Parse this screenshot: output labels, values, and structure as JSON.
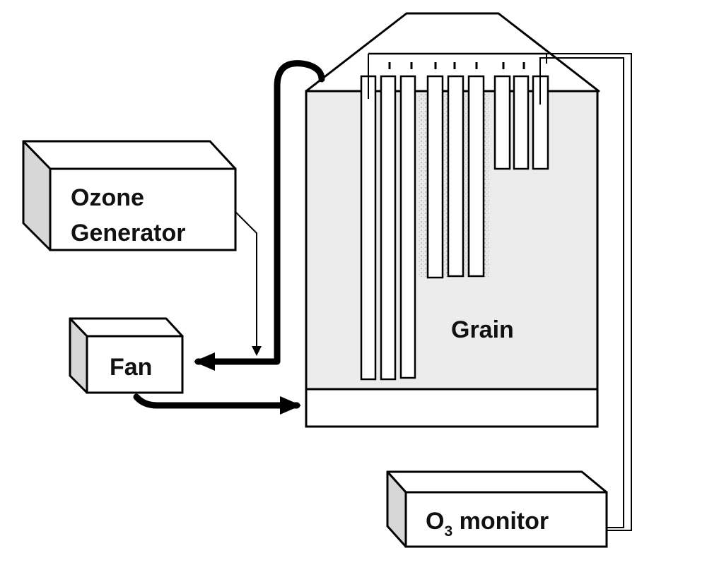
{
  "labels": {
    "ozone_line1": "Ozone",
    "ozone_line2": "Generator",
    "fan": "Fan",
    "grain": "Grain",
    "monitor_o": "O",
    "monitor_sub": "3",
    "monitor_rest": " monitor"
  },
  "colors": {
    "bin_fill": "#ececec",
    "box_side": "#d7d7d7",
    "stroke": "#000000"
  },
  "icons": {
    "arrowhead": "filled-triangle-arrowhead"
  }
}
